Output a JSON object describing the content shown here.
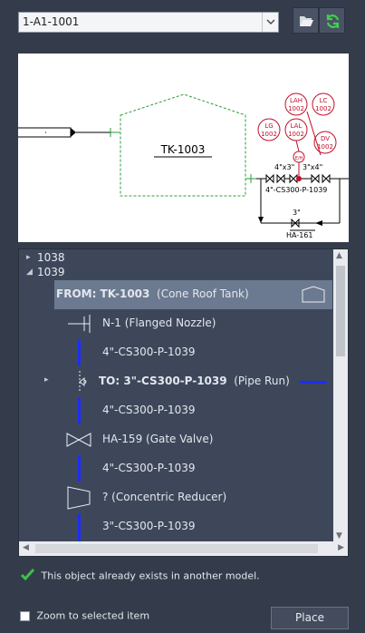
{
  "toolbar": {
    "model_value": "1-A1-1001",
    "open_icon": "folder-open-icon",
    "refresh_icon": "refresh-icon"
  },
  "preview": {
    "tank_label": "TK-1003",
    "valve_label": "HA-161",
    "pipe_label": "4\"-CS300-P-1039",
    "size_left": "4\"x3\"",
    "size_right": "3\"x4\"",
    "size_bottom": "3\"",
    "instruments": [
      "LAH 1002",
      "LC 1002",
      "LG 1002",
      "LAL 1002",
      "DV 1002"
    ],
    "small_tag": "E/H",
    "accent_color": "#c0102b",
    "pipe_color": "#2a9d3a"
  },
  "tree": {
    "groups": [
      {
        "label": "1038",
        "expander": "▸"
      },
      {
        "label": "1039",
        "expander": "◢"
      }
    ],
    "items": [
      {
        "prefix": "FROM: TK-1003",
        "suffix": "(Cone Roof Tank)",
        "icon": "tank-icon",
        "selected": true
      },
      {
        "prefix": "",
        "text": "N-1  (Flanged Nozzle)",
        "icon": "flanged-nozzle-icon"
      },
      {
        "prefix": "",
        "text": "4\"-CS300-P-1039",
        "icon": "pipe-segment-icon"
      },
      {
        "prefix": "TO: 3\"-CS300-P-1039",
        "suffix": "(Pipe Run)",
        "icon": "pipe-run-icon",
        "expander": "▸"
      },
      {
        "prefix": "",
        "text": "4\"-CS300-P-1039",
        "icon": "pipe-segment-icon"
      },
      {
        "prefix": "",
        "text": "HA-159  (Gate Valve)",
        "icon": "gate-valve-icon"
      },
      {
        "prefix": "",
        "text": "4\"-CS300-P-1039",
        "icon": "pipe-segment-icon"
      },
      {
        "prefix": "",
        "text": "?  (Concentric Reducer)",
        "icon": "concentric-reducer-icon"
      },
      {
        "prefix": "",
        "text": "3\"-CS300-P-1039",
        "icon": "pipe-segment-icon"
      }
    ]
  },
  "status": {
    "message": "This object already exists in another model.",
    "icon": "check-icon",
    "color": "#3fbf4a"
  },
  "footer": {
    "zoom_label": "Zoom to selected item",
    "place_label": "Place"
  }
}
